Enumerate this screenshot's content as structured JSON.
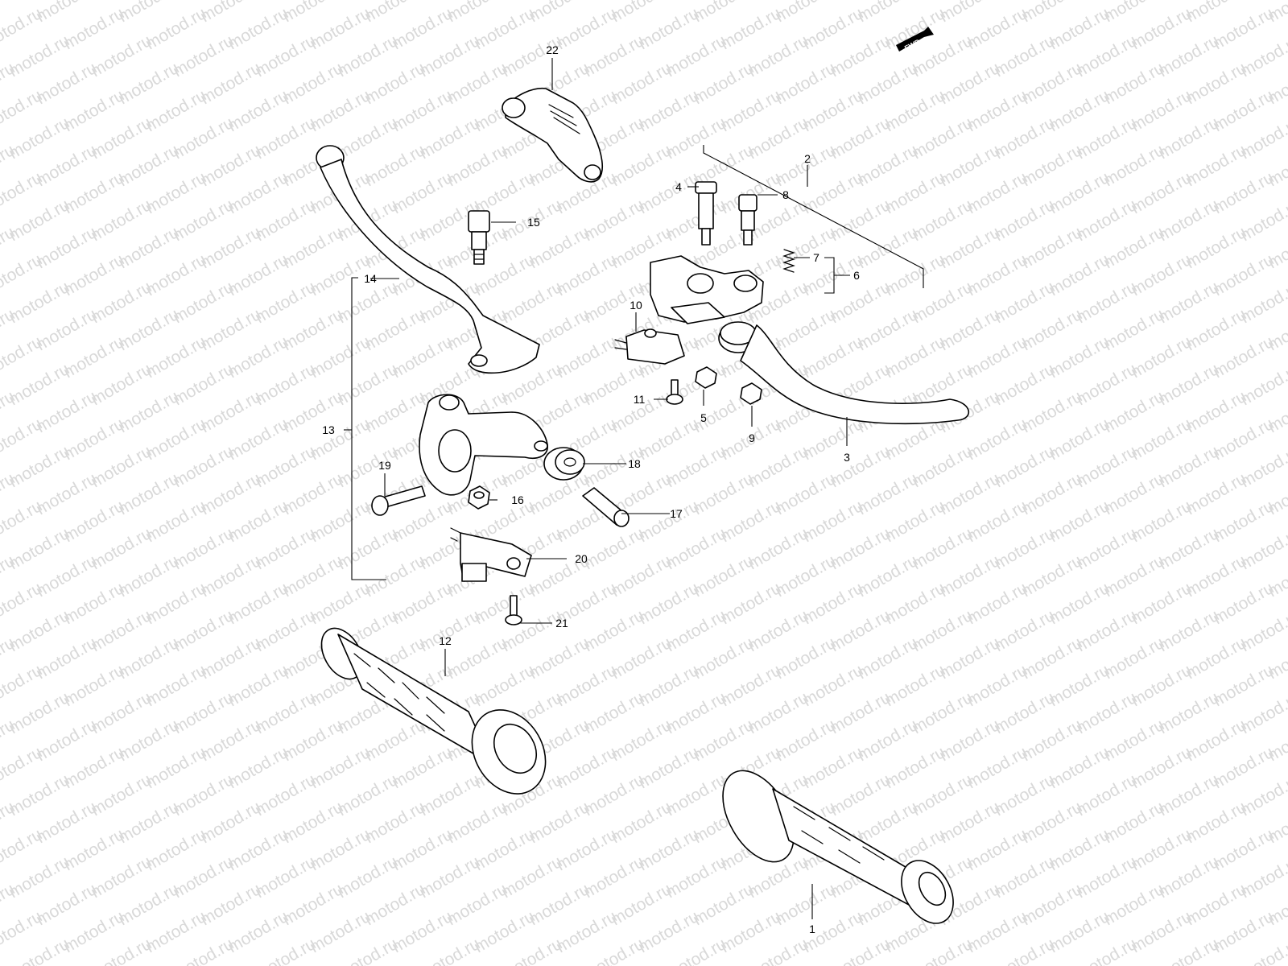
{
  "watermark": {
    "text": "motod.ru",
    "color": "#d9d9d9"
  },
  "fwd_badge": {
    "text": "FWD",
    "fill": "#000000"
  },
  "callouts": [
    {
      "id": "1",
      "label": "1"
    },
    {
      "id": "2",
      "label": "2"
    },
    {
      "id": "3",
      "label": "3"
    },
    {
      "id": "4",
      "label": "4"
    },
    {
      "id": "5",
      "label": "5"
    },
    {
      "id": "6",
      "label": "6"
    },
    {
      "id": "7",
      "label": "7"
    },
    {
      "id": "8",
      "label": "8"
    },
    {
      "id": "9",
      "label": "9"
    },
    {
      "id": "10",
      "label": "10"
    },
    {
      "id": "11",
      "label": "11"
    },
    {
      "id": "12",
      "label": "12"
    },
    {
      "id": "13",
      "label": "13"
    },
    {
      "id": "14",
      "label": "14"
    },
    {
      "id": "15",
      "label": "15"
    },
    {
      "id": "16",
      "label": "16"
    },
    {
      "id": "17",
      "label": "17"
    },
    {
      "id": "18",
      "label": "18"
    },
    {
      "id": "19",
      "label": "19"
    },
    {
      "id": "20",
      "label": "20"
    },
    {
      "id": "21",
      "label": "21"
    },
    {
      "id": "22",
      "label": "22"
    }
  ]
}
